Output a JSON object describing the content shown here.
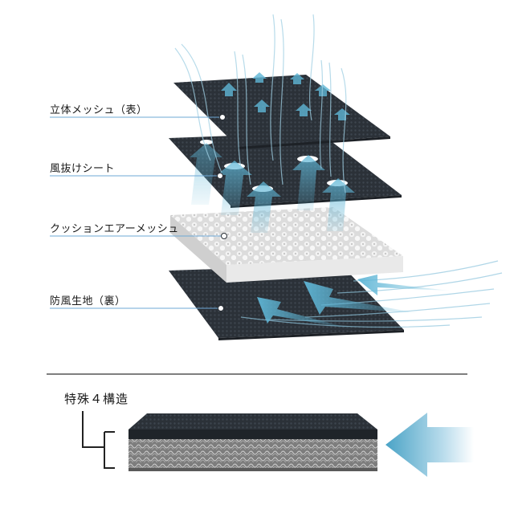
{
  "layers": [
    {
      "label": "立体メッシュ（表）"
    },
    {
      "label": "風抜けシート"
    },
    {
      "label": "クッションエアーメッシュ"
    },
    {
      "label": "防風生地（裏）"
    }
  ],
  "section": {
    "title": "特殊４構造"
  },
  "colors": {
    "mesh_dark": "#2b3138",
    "mesh_light": "#e4e4e4",
    "air": "#5fb6d6",
    "leader": "#6ea8d6",
    "text": "#1a1a1a"
  },
  "icons": [
    "air-flow-arrow-icon",
    "bracket-icon"
  ]
}
